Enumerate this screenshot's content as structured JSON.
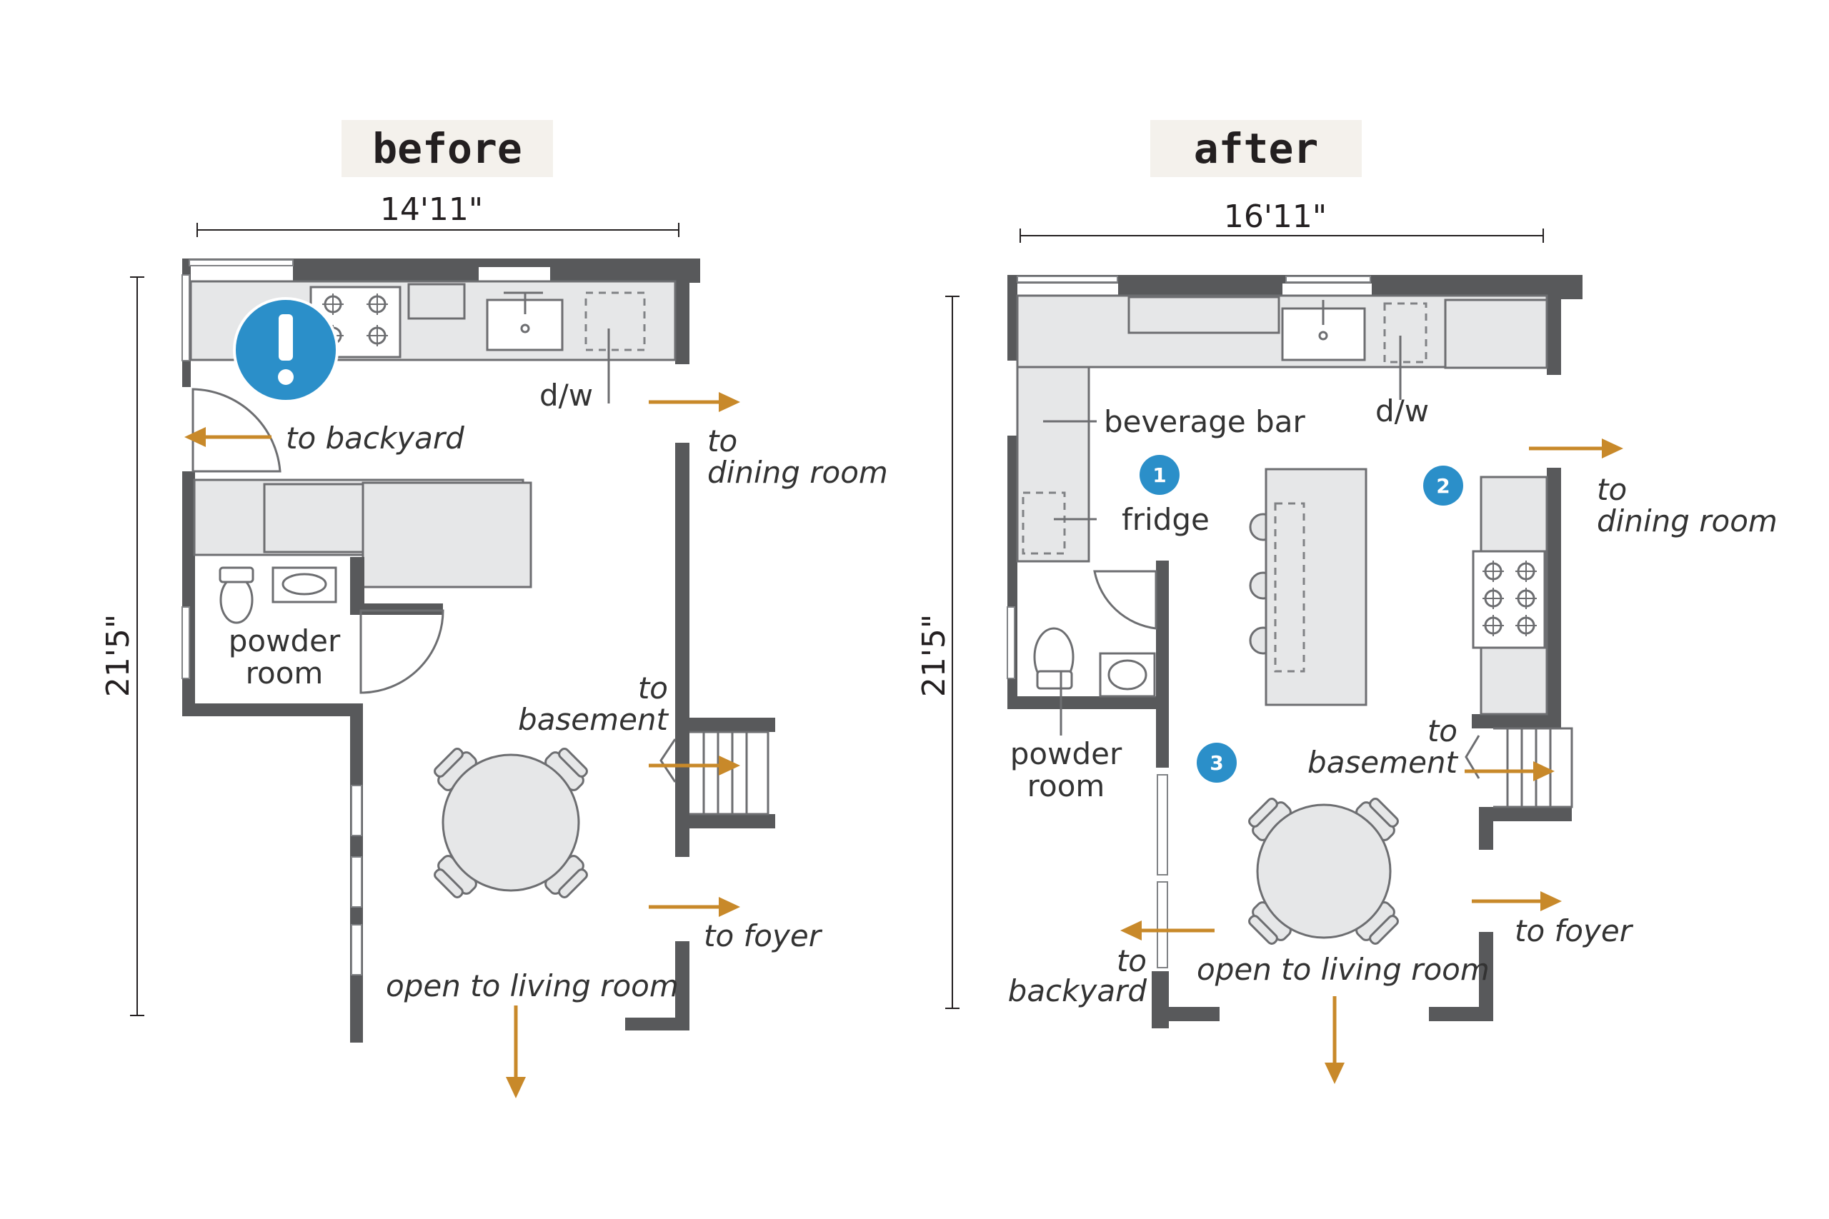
{
  "before": {
    "header": "before",
    "width_dim": "14'11\"",
    "height_dim": "21'5\"",
    "labels": {
      "dw": "d/w",
      "to_backyard": "to backyard",
      "to_dining_1": "to",
      "to_dining_2": "dining room",
      "powder_1": "powder",
      "powder_2": "room",
      "to_basement_1": "to",
      "to_basement_2": "basement",
      "to_foyer": "to foyer",
      "open_living": "open to living room"
    },
    "alert_badge": "!"
  },
  "after": {
    "header": "after",
    "width_dim": "16'11\"",
    "height_dim": "21'5\"",
    "labels": {
      "beverage_bar": "beverage bar",
      "fridge": "fridge",
      "dw": "d/w",
      "to_dining_1": "to",
      "to_dining_2": "dining room",
      "powder_1": "powder",
      "powder_2": "room",
      "to_basement_1": "to",
      "to_basement_2": "basement",
      "to_foyer": "to foyer",
      "to_backyard_1": "to",
      "to_backyard_2": "backyard",
      "open_living": "open to living room"
    },
    "badges": [
      "1",
      "2",
      "3"
    ]
  },
  "colors": {
    "wall": "#58595b",
    "cabinet": "#e6e7e8",
    "arrow": "#c8892a",
    "badge": "#2b8fc9",
    "header_bg": "#f4f1ec"
  }
}
